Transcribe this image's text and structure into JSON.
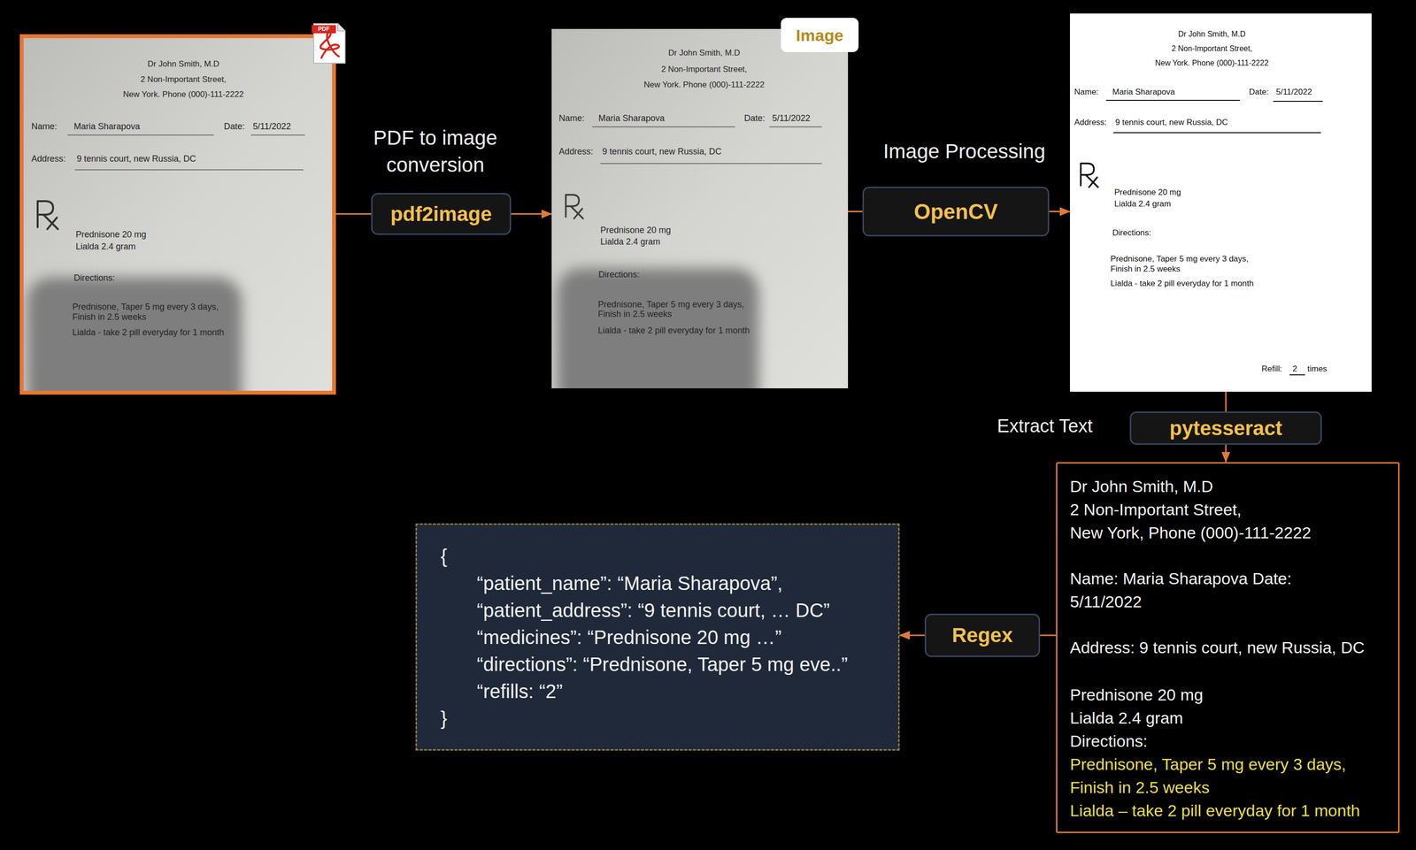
{
  "diagram": {
    "nodes": [
      {
        "text": [
          "Dr John Smith, M.D",
          "2 Non-Important Street,",
          "New York. Phone (000)-111-2222",
          "Name:",
          "Maria Sharapova",
          "Date:",
          "5/11/2022",
          "Address:",
          "9 tennis court, new Russia, DC",
          "Prednisone 20 mg",
          "Lialda 2.4 gram",
          "Directions:",
          "Prednisone, Taper 5 mg every 3 days,",
          "Finish in 2.5 weeks",
          "Lialda - take 2 pill everyday for 1 month"
        ]
      },
      {
        "text": [
          "pdf2image"
        ]
      },
      {
        "text": [
          "Dr John Smith, M.D",
          "2 Non-Important Street,",
          "New York. Phone (000)-111-2222",
          "Name:",
          "Maria Sharapova",
          "Date:",
          "5/11/2022",
          "Address:",
          "9 tennis court, new Russia, DC",
          "Prednisone 20 mg",
          "Lialda 2.4 gram",
          "Directions:",
          "Prednisone, Taper 5 mg every 3 days,",
          "Finish in 2.5 weeks",
          "Lialda - take 2 pill everyday for 1 month"
        ]
      },
      {
        "text": [
          "Image"
        ]
      },
      {
        "text": [
          "OpenCV"
        ]
      },
      {
        "text": [
          "Dr John Smith, M.D",
          "2 Non-Important Street,",
          "New York. Phone (000)-111-2222",
          "Name:",
          "Maria Sharapova",
          "Date:",
          "5/11/2022",
          "Address:",
          "9 tennis court, new Russia, DC",
          "Prednisone 20 mg",
          "Lialda 2.4 gram",
          "Directions:",
          "Prednisone, Taper 5 mg every 3 days,",
          "Finish in 2.5 weeks",
          "Lialda - take 2 pill everyday for 1 month",
          "Refill:",
          "2",
          "times"
        ]
      },
      {
        "text": [
          "pytesseract"
        ]
      },
      {
        "text": [
          "Dr John Smith, M.D",
          "2 Non-Important Street,",
          "New York, Phone (000)-111-2222",
          "Name: Maria Sharapova Date: 5/11/2022",
          "Address: 9 tennis court, new Russia, DC",
          "Prednisone 20 mg",
          "Lialda 2.4 gram",
          "Directions:",
          "Prednisone, Taper 5 mg every 3 days,",
          "Finish in 2.5 weeks",
          "Lialda – take 2 pill everyday for 1 month"
        ]
      },
      {
        "text": [
          "Regex"
        ]
      },
      {
        "text": [
          "{",
          "“patient_name”: “Maria Sharapova”,",
          "“patient_address”: “9 tennis court, … DC”",
          "“medicines”: “Prednisone 20 mg …”",
          "“directions”: “Prednisone, Taper 5 mg eve..”",
          "“refills: “2”",
          "}"
        ]
      }
    ],
    "edges": [
      {
        "from": 0,
        "to": 1,
        "arrow": "none"
      },
      {
        "from": 1,
        "to": 2,
        "arrow": "to"
      },
      {
        "from": 2,
        "to": 4,
        "arrow": "none"
      },
      {
        "from": 4,
        "to": 5,
        "arrow": "to"
      },
      {
        "from": 5,
        "to": 6,
        "arrow": "none"
      },
      {
        "from": 6,
        "to": 7,
        "arrow": "to"
      },
      {
        "from": 7,
        "to": 8,
        "arrow": "none"
      },
      {
        "from": 8,
        "to": 9,
        "arrow": "to"
      }
    ],
    "labels": [
      "PDF",
      "PDF to image conversion",
      "Image Processing",
      "Extract Text"
    ]
  }
}
